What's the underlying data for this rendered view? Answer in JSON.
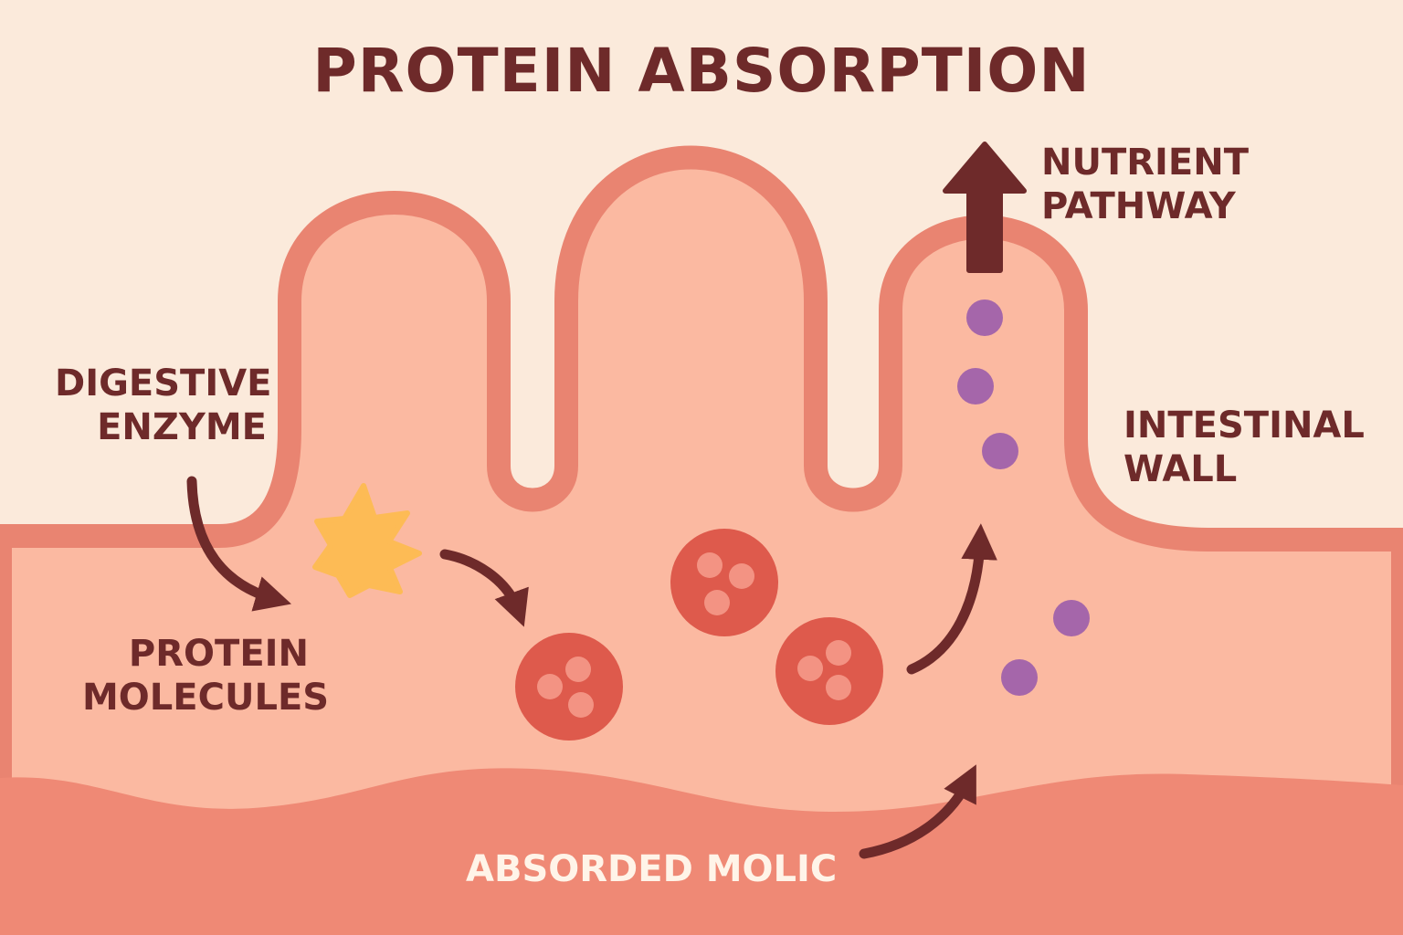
{
  "title": "PROTEIN ABSORPTION",
  "labels": {
    "digestive_enzyme": [
      "DIGESTIVE",
      "ENZYME"
    ],
    "protein_molecules": [
      "PROTEIN",
      "MOLECULES"
    ],
    "nutrient_pathway": [
      "NUTRIENT",
      "PATHWAY"
    ],
    "intestinal_wall": [
      "INTESTINAL",
      "WALL"
    ],
    "absorbed_molecules": "ABSORDED MOLIC"
  },
  "colors": {
    "background": "#fbeadb",
    "wall_outline": "#e98471",
    "wall_fill": "#fbb9a1",
    "base_layer": "#ef8975",
    "text": "#6e2a2a",
    "arrow": "#6e2a2a",
    "enzyme": "#fdbb55",
    "protein": "#de5a4c",
    "protein_spot": "#f39383",
    "absorbed_particle": "#a566aa"
  },
  "icons": {
    "enzyme": "star-burst-icon",
    "protein": "protein-cell-icon",
    "particle": "dot-icon",
    "arrow": "curved-arrow-icon"
  }
}
